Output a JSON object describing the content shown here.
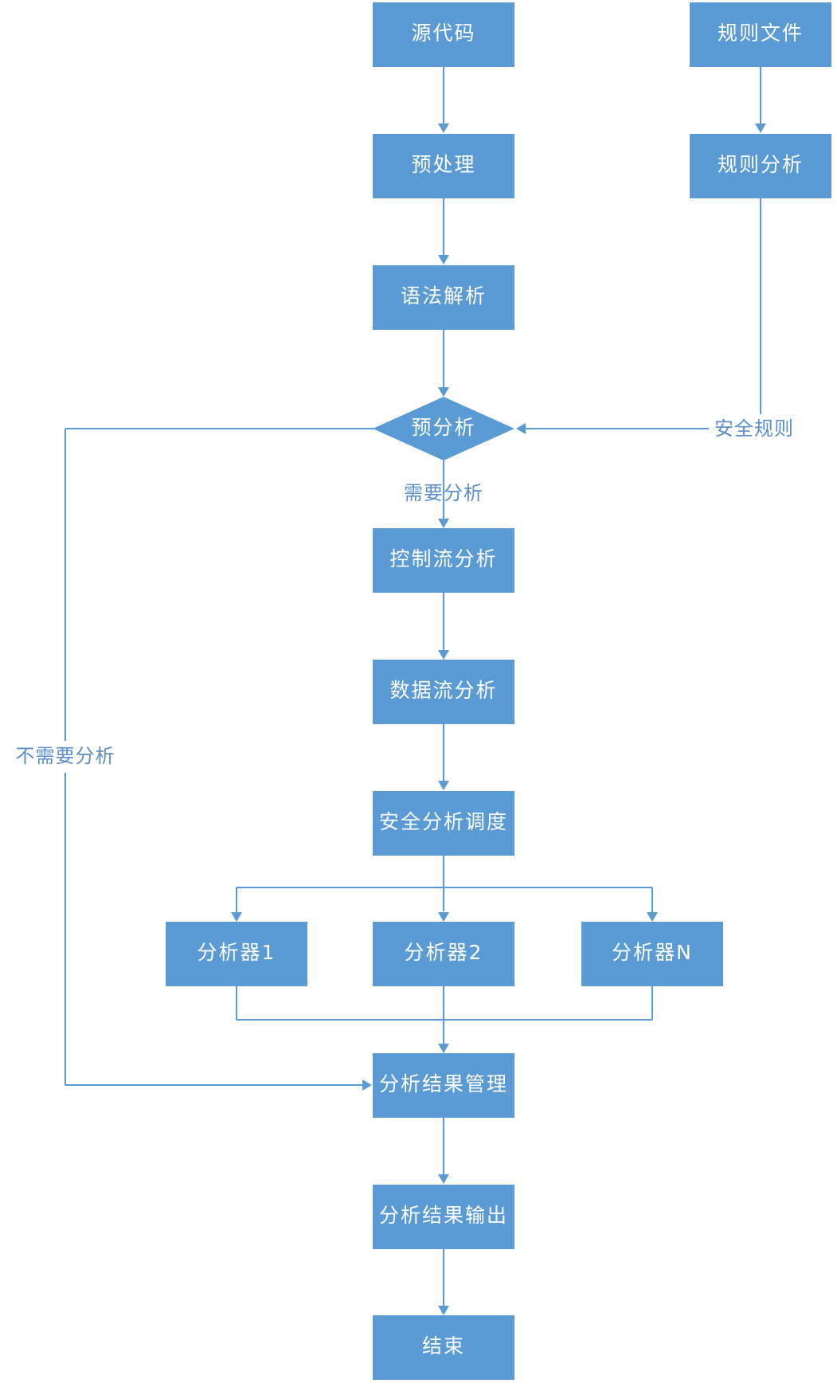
{
  "nodes": {
    "source_code": "源代码",
    "rule_file": "规则文件",
    "preprocess": "预处理",
    "rule_analysis": "规则分析",
    "syntax_parse": "语法解析",
    "pre_analysis": "预分析",
    "control_flow": "控制流分析",
    "data_flow": "数据流分析",
    "security_schedule": "安全分析调度",
    "analyzer_1": "分析器1",
    "analyzer_2": "分析器2",
    "analyzer_n": "分析器N",
    "result_manage": "分析结果管理",
    "result_output": "分析结果输出",
    "end": "结束"
  },
  "edges": {
    "security_rules": "安全规则",
    "need_analysis": "需要分析",
    "no_need_analysis": "不需要分析"
  },
  "colors": {
    "node_fill": "#5b9bd5",
    "line": "#5b9bd5",
    "edge_label": "#5b8fc7",
    "node_text": "#ffffff"
  }
}
